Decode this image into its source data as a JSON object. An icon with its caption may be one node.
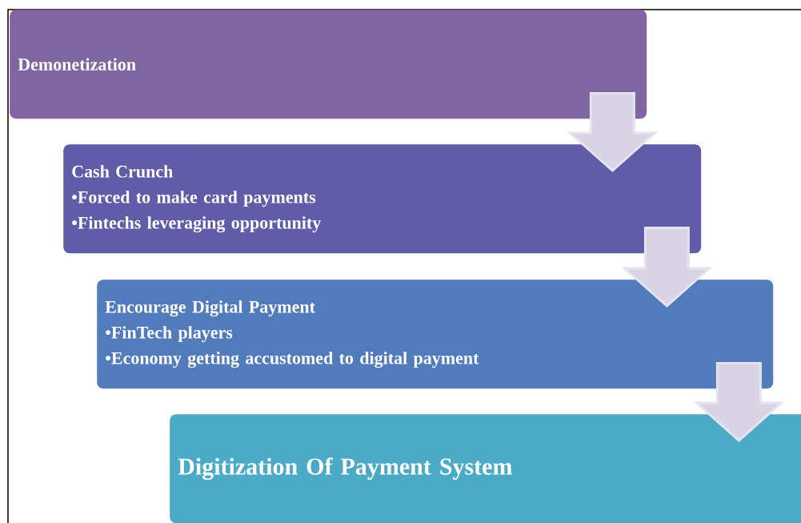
{
  "diagram": {
    "nodes": [
      {
        "text": [
          "Demonetization"
        ]
      },
      {
        "text": [
          "Cash Crunch",
          "•Forced to make card payments",
          "•Fintechs leveraging opportunity"
        ]
      },
      {
        "text": [
          "Encourage Digital Payment",
          "•FinTech players",
          "•Economy getting accustomed to digital payment"
        ]
      },
      {
        "text": [
          "Digitization Of Payment System"
        ]
      }
    ],
    "edges": [
      {
        "from": 0,
        "to": 1,
        "arrow": "to"
      },
      {
        "from": 1,
        "to": 2,
        "arrow": "to"
      },
      {
        "from": 2,
        "to": 3,
        "arrow": "to"
      }
    ]
  }
}
